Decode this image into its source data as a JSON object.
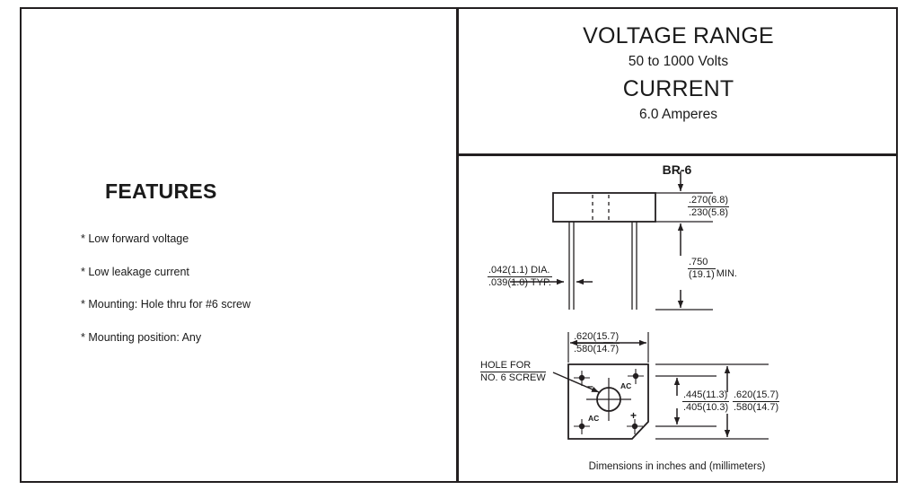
{
  "ratings": {
    "voltage_title": "VOLTAGE RANGE",
    "voltage_value": "50 to 1000 Volts",
    "current_title": "CURRENT",
    "current_value": "6.0 Amperes"
  },
  "features": {
    "title": "FEATURES",
    "items": [
      "* Low forward voltage",
      "* Low leakage current",
      "* Mounting: Hole thru for #6 screw",
      "* Mounting position: Any"
    ]
  },
  "drawing": {
    "package_title": "BR-6",
    "caption": "Dimensions in inches and (millimeters)",
    "side_view": {
      "height_dim": {
        "max": ".270(6.8)",
        "min": ".230(5.8)"
      },
      "lead_dia": {
        "max": ".042(1.1) DIA.",
        "min": ".039(1.0) TYP."
      },
      "lead_length": {
        "max": ".750",
        "min": "(19.1)",
        "suffix": "MIN."
      }
    },
    "bottom_view": {
      "width_dim": {
        "max": ".620(15.7)",
        "min": ".580(14.7)"
      },
      "hole_callout": {
        "line1": "HOLE FOR",
        "line2": "NO. 6 SCREW"
      },
      "inner_height_dim": {
        "max": ".445(11.3)",
        "min": ".405(10.3)"
      },
      "outer_height_dim": {
        "max": ".620(15.7)",
        "min": ".580(14.7)"
      },
      "pins": [
        {
          "name": "pin-minus",
          "label": "–"
        },
        {
          "name": "pin-ac-top",
          "label": "AC"
        },
        {
          "name": "pin-ac-bottom",
          "label": "AC"
        },
        {
          "name": "pin-plus",
          "label": "+"
        }
      ]
    }
  },
  "colors": {
    "line": "#231f20",
    "text": "#1a1a1a",
    "background": "#ffffff"
  }
}
